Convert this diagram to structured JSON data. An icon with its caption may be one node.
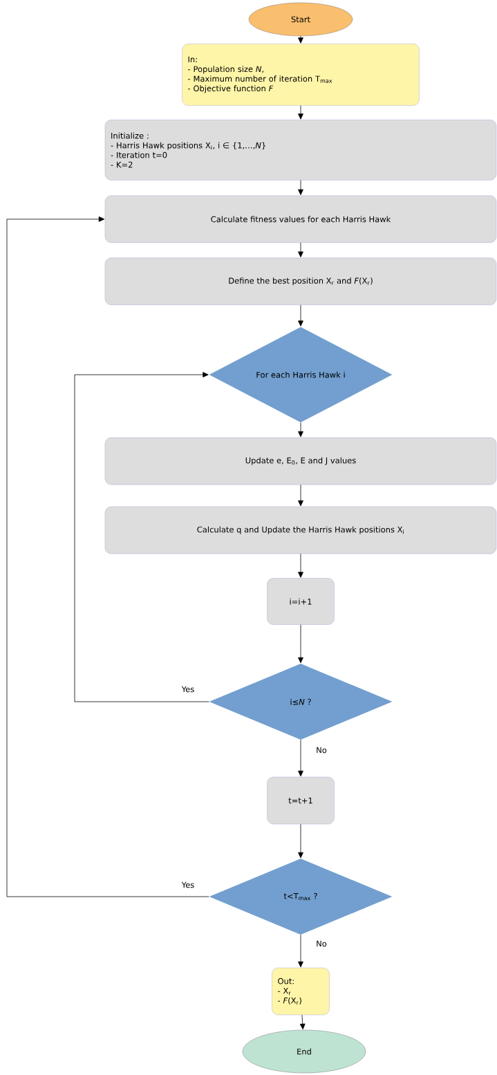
{
  "diagram": {
    "nodes": [
      {
        "text": [
          "Start"
        ]
      },
      {
        "text": [
          "In:",
          "- Population size *N*,",
          "- Maximum number of iteration T$_{max}$",
          "- Objective function *F*"
        ]
      },
      {
        "text": [
          "Initialize :",
          "- Harris Hawk positions X$_{i}$, i ∈ {1,…,*N*}",
          "- Iteration t=0",
          "- K=2"
        ]
      },
      {
        "text": [
          "Calculate fitness values for each Harris Hawk"
        ]
      },
      {
        "text": [
          "Define the best position X$_{r}$ and *F*(X$_{r}$)"
        ]
      },
      {
        "text": [
          "For each Harris Hawk i"
        ]
      },
      {
        "text": [
          "Update e, E$_{0}$, E and J values"
        ]
      },
      {
        "text": [
          "Calculate q and Update the Harris Hawk positions X$_{i}$"
        ]
      },
      {
        "text": [
          "i=i+1"
        ]
      },
      {
        "text": [
          "i≤*N* ?"
        ]
      },
      {
        "text": [
          "t=t+1"
        ]
      },
      {
        "text": [
          "t<T$_{max}$ ?"
        ]
      },
      {
        "text": [
          "Out:",
          "- X$_{r}$",
          "- *F*(X$_{r}$)"
        ]
      },
      {
        "text": [
          "End"
        ]
      }
    ],
    "edges": [
      {
        "from": 0,
        "to": 1,
        "arrow": "to"
      },
      {
        "from": 1,
        "to": 2,
        "arrow": "to"
      },
      {
        "from": 2,
        "to": 3,
        "arrow": "to"
      },
      {
        "from": 3,
        "to": 4,
        "arrow": "to"
      },
      {
        "from": 4,
        "to": 5,
        "arrow": "to"
      },
      {
        "from": 5,
        "to": 6,
        "arrow": "to"
      },
      {
        "from": 6,
        "to": 7,
        "arrow": "to"
      },
      {
        "from": 7,
        "to": 8,
        "arrow": "to"
      },
      {
        "from": 8,
        "to": 9,
        "arrow": "to"
      },
      {
        "from": 9,
        "to": 5,
        "label": "Yes",
        "arrow": "to"
      },
      {
        "from": 9,
        "to": 10,
        "label": "No",
        "arrow": "to"
      },
      {
        "from": 10,
        "to": 11,
        "arrow": "to"
      },
      {
        "from": 11,
        "to": 3,
        "label": "Yes",
        "arrow": "to"
      },
      {
        "from": 11,
        "to": 12,
        "label": "No",
        "arrow": "to"
      },
      {
        "from": 12,
        "to": 13,
        "arrow": "to"
      }
    ]
  }
}
